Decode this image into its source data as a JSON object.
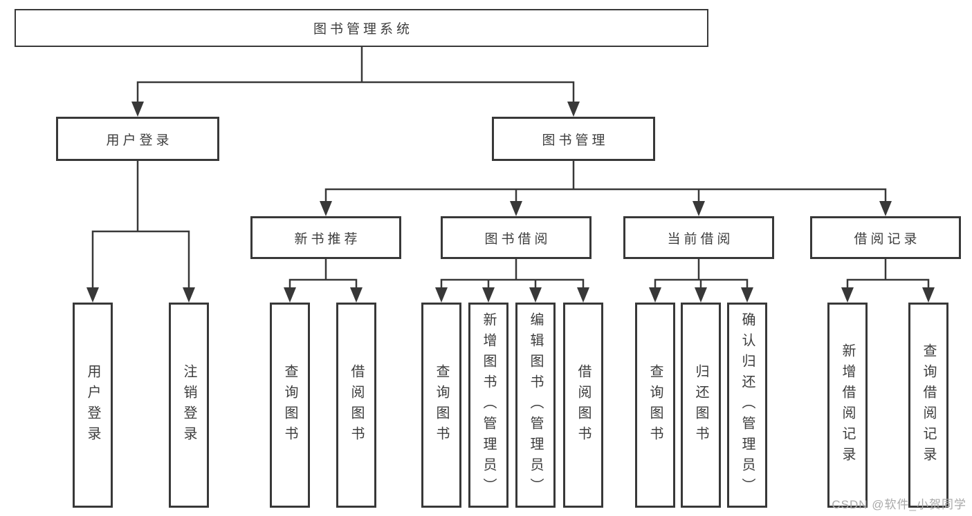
{
  "diagram": {
    "title": "图书管理系统",
    "branches": [
      {
        "label": "用户登录",
        "children": [
          {
            "label": "用户登录"
          },
          {
            "label": "注销登录"
          }
        ]
      },
      {
        "label": "图书管理",
        "children": [
          {
            "label": "新书推荐",
            "children": [
              {
                "label": "查询图书"
              },
              {
                "label": "借阅图书"
              }
            ]
          },
          {
            "label": "图书借阅",
            "children": [
              {
                "label": "查询图书"
              },
              {
                "label": "新增图书（管理员）"
              },
              {
                "label": "编辑图书（管理员）"
              },
              {
                "label": "借阅图书"
              }
            ]
          },
          {
            "label": "当前借阅",
            "children": [
              {
                "label": "查询图书"
              },
              {
                "label": "归还图书"
              },
              {
                "label": "确认归还（管理员）"
              }
            ]
          },
          {
            "label": "借阅记录",
            "children": [
              {
                "label": "新增借阅记录"
              },
              {
                "label": "查询借阅记录"
              }
            ]
          }
        ]
      }
    ]
  },
  "watermark": "CSDN @软件_小贺同学",
  "colors": {
    "line": "#383838",
    "box_border": "#383838",
    "text": "#3d3d3d",
    "watermark": "#a9a9a9",
    "background": "#ffffff"
  }
}
